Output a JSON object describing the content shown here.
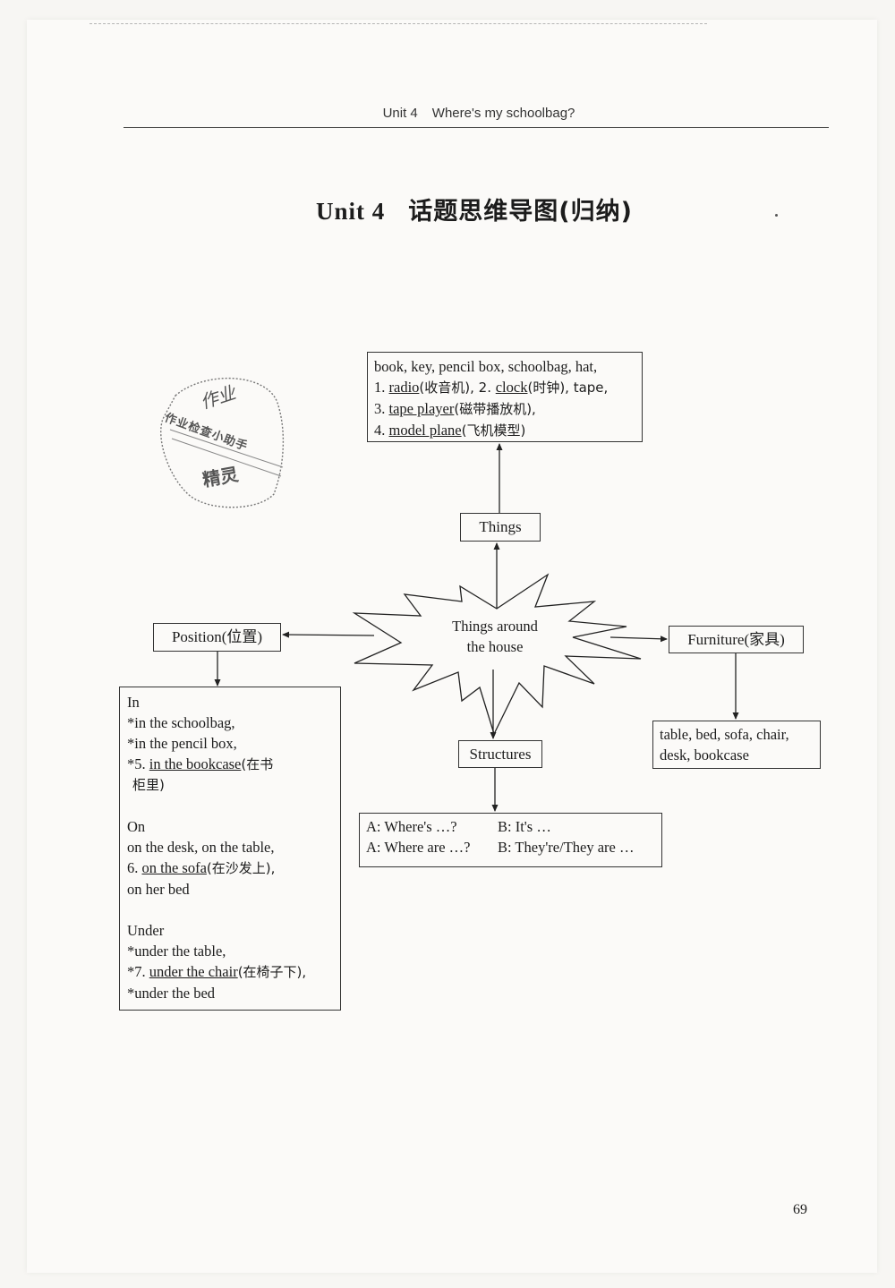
{
  "header": {
    "unit": "Unit 4",
    "unit_title": "Where's my schoolbag?"
  },
  "title": {
    "unit": "Unit 4",
    "topic": "话题思维导图(归纳)"
  },
  "hub": {
    "line1": "Things around",
    "line2": "the house"
  },
  "things": {
    "label": "Things",
    "line1": "book, key, pencil box, schoolbag, hat,",
    "line2": {
      "n1": "1. ",
      "w1": "radio",
      "c1": "(收音机), 2. ",
      "w2": "clock",
      "c2": "(时钟), tape,"
    },
    "line3": {
      "n": "3. ",
      "w": "tape player",
      "c": "(磁带播放机),"
    },
    "line4": {
      "n": "4. ",
      "w": "model plane",
      "c": "(飞机模型)"
    }
  },
  "position": {
    "label": "Position(位置)",
    "in_heading": "In",
    "in1": "*in the schoolbag,",
    "in2": "*in the pencil box,",
    "in3": {
      "n": "*5. ",
      "w": "in the bookcase",
      "c": "(在书"
    },
    "in3b": "柜里)",
    "on_heading": "On",
    "on1": "on the desk, on the table,",
    "on2": {
      "n": "6. ",
      "w": "on the sofa",
      "c": "(在沙发上),"
    },
    "on3": "on her bed",
    "under_heading": "Under",
    "under1": "*under the table,",
    "under2": {
      "n": "*7. ",
      "w": "under the chair",
      "c": "(在椅子下),"
    },
    "under3": "*under the bed"
  },
  "furniture": {
    "label": "Furniture(家具)",
    "line1": "table, bed, sofa, chair,",
    "line2": "desk, bookcase"
  },
  "structures": {
    "label": "Structures",
    "a1": "A: Where's …?",
    "b1": "B: It's …",
    "a2": "A: Where are …?",
    "b2": "B: They're/They are …"
  },
  "stamp": {
    "top": "作业",
    "middle": "作业检查小助手",
    "bottom": "精灵"
  },
  "page_number": "69"
}
